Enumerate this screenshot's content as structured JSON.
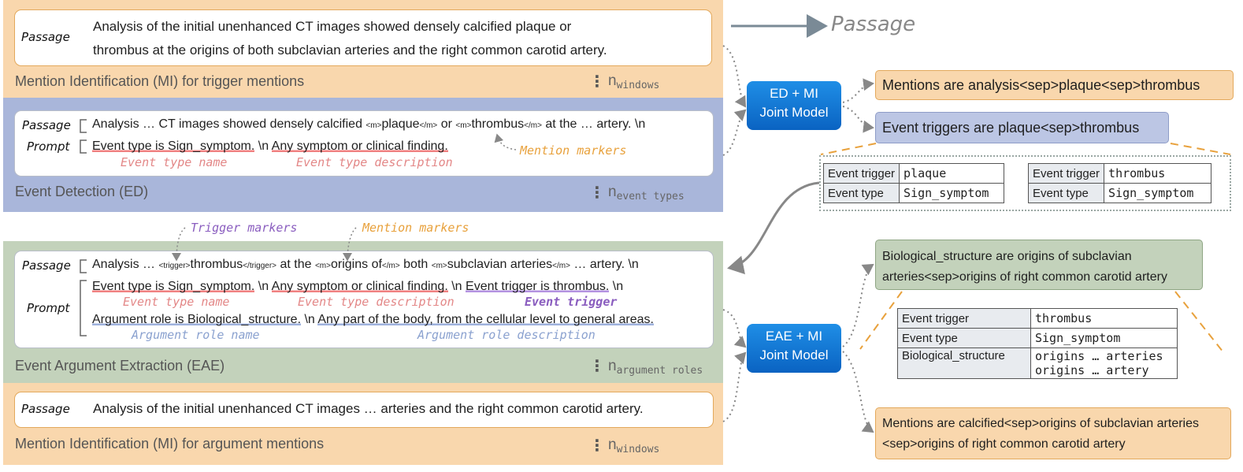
{
  "top_passage": {
    "label": "Passage",
    "line1": "Analysis of the initial unenhanced CT images showed densely calcified plaque or",
    "line2": "thrombus at the origins of both subclavian arteries and the right common carotid artery.",
    "band_title": "Mention Identification (MI) for trigger mentions",
    "count_base": "n",
    "count_sub": "windows"
  },
  "passage_pointer": "Passage",
  "ed": {
    "passage_label": "Passage",
    "prompt_label": "Prompt",
    "p_analysis": "Analysis … CT images showed densely calcified",
    "m_open": "<m>",
    "m_close": "</m>",
    "plaque": "plaque",
    "or": "or",
    "thrombus": "thrombus",
    "p_end": "at the … artery. \\n",
    "type_name": "Event type is Sign_symptom.",
    "nl": "\\n",
    "type_desc": "Any symptom or clinical finding.",
    "anno_type_name": "Event type name",
    "anno_type_desc": "Event type description",
    "anno_mention": "Mention markers",
    "band_title": "Event Detection (ED)",
    "count_base": "n",
    "count_sub": "event types"
  },
  "eae": {
    "anno_trigger_markers": "Trigger markers",
    "anno_mention_markers": "Mention markers",
    "passage_label": "Passage",
    "prompt_label": "Prompt",
    "p_analysis": "Analysis …",
    "trig_open": "<trigger>",
    "trig_close": "</trigger>",
    "thrombus": "thrombus",
    "at_the": "at the",
    "m_open": "<m>",
    "m_close": "</m>",
    "origins_of": "origins of",
    "both": "both",
    "subclavian": "subclavian arteries",
    "p_end": "… artery. \\n",
    "type_name": "Event type is Sign_symptom.",
    "nl": "\\n",
    "type_desc": "Any symptom or clinical finding.",
    "trigger_text": "Event trigger is thrombus.",
    "arg_name": "Argument role is Biological_structure.",
    "arg_desc": "Any part of the body, from the cellular level to general areas.",
    "anno_type_name": "Event type name",
    "anno_type_desc": "Event type description",
    "anno_trigger": "Event trigger",
    "anno_arg_name": "Argument role name",
    "anno_arg_desc": "Argument role description",
    "band_title": "Event Argument Extraction (EAE)",
    "count_base": "n",
    "count_sub": "argument roles"
  },
  "bottom_passage": {
    "label": "Passage",
    "text": "Analysis of the initial unenhanced CT images … arteries and the right common carotid artery.",
    "band_title": "Mention Identification (MI) for argument mentions",
    "count_base": "n",
    "count_sub": "windows"
  },
  "models": {
    "ed_line1": "ED + MI",
    "ed_line2": "Joint Model",
    "eae_line1": "EAE + MI",
    "eae_line2": "Joint Model"
  },
  "outputs": {
    "mentions_top": "Mentions are analysis<sep>plaque<sep>thrombus",
    "triggers": "Event triggers are plaque<sep>thrombus",
    "bio_line1": "Biological_structure are origins of subclavian",
    "bio_line2": "arteries<sep>origins of right common carotid artery",
    "mentions_bottom_line1": "Mentions are calcified<sep>origins of subclavian arteries",
    "mentions_bottom_line2": "<sep>origins of right common carotid artery"
  },
  "tables": {
    "t1": {
      "k1": "Event trigger",
      "v1": "plaque",
      "k2": "Event type",
      "v2": "Sign_symptom"
    },
    "t2": {
      "k1": "Event trigger",
      "v1": "thrombus",
      "k2": "Event type",
      "v2": "Sign_symptom"
    },
    "t3": {
      "k1": "Event trigger",
      "v1": "thrombus",
      "k2": "Event type",
      "v2": "Sign_symptom",
      "k3": "Biological_structure",
      "v3a": "origins … arteries",
      "v3b": "origins … artery"
    }
  },
  "colors": {
    "band_orange": "#f9d7ad",
    "band_blue": "#a9b6da",
    "band_green": "#c3d2bb",
    "model_blue": "#0a63c2",
    "annotation_red": "#e38787",
    "annotation_orange": "#e8a13c",
    "annotation_purple": "#8a5dbf",
    "annotation_blue": "#8aa1cf"
  }
}
